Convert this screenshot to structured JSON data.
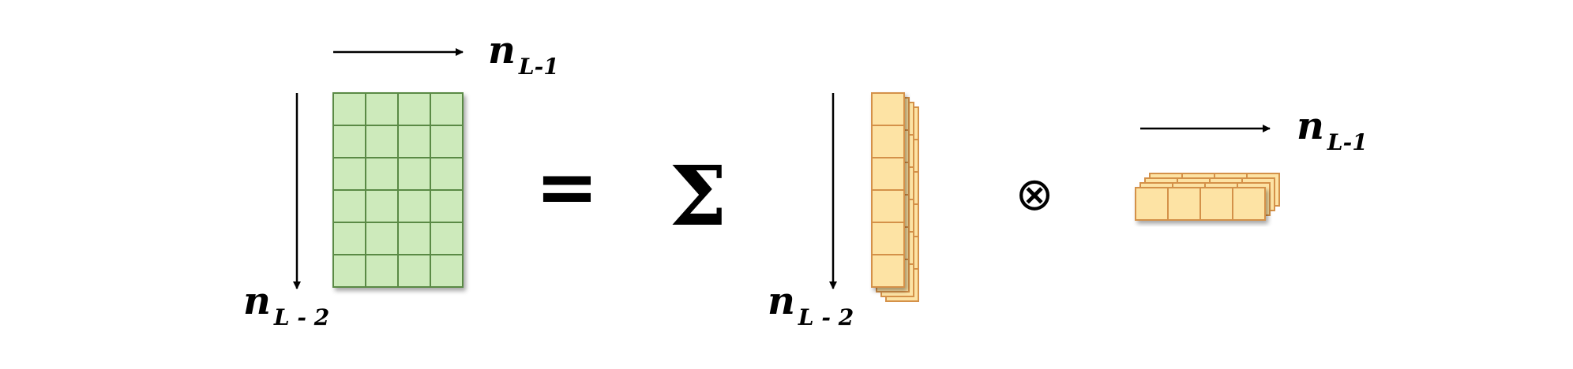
{
  "labels": {
    "top_left_var": "n",
    "top_left_sub": "L-1",
    "bottom_left_var": "n",
    "bottom_left_sub": "L - 2",
    "bottom_mid_var": "n",
    "bottom_mid_sub": "L - 2",
    "right_var": "n",
    "right_sub": "L-1"
  },
  "operators": {
    "equals": "=",
    "sum": "Σ",
    "outer_product": "⊗"
  },
  "colors": {
    "matrix_fill": "#cdeabb",
    "matrix_stroke": "#5a8a45",
    "vector_fill": "#fde3a4",
    "vector_stroke": "#d49149",
    "arrow": "#000000"
  },
  "matrix": {
    "rows": 6,
    "cols": 4
  },
  "column_vector": {
    "rows": 6,
    "stack_depth": 4
  },
  "row_vector": {
    "cols": 4,
    "stack_depth": 4
  }
}
